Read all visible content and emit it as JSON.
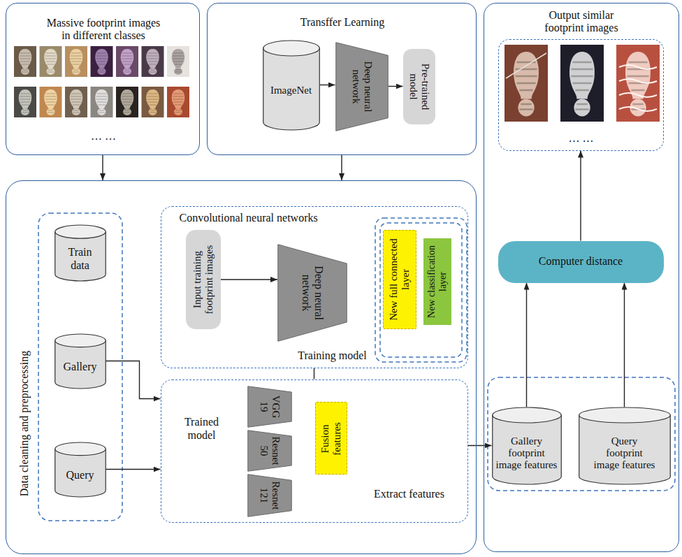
{
  "diagram": {
    "nodes": [
      {
        "text": [
          "Massive footprint images in different classes",
          "… …"
        ]
      },
      {
        "text": [
          "Transffer Learning"
        ]
      },
      {
        "text": [
          "ImageNet"
        ],
        "in": 1
      },
      {
        "text": [
          "Deep neural network"
        ],
        "in": 1
      },
      {
        "text": [
          "Pre-trained model"
        ],
        "in": 1
      },
      {
        "text": [
          "Data cleaning and preprocessing"
        ]
      },
      {
        "text": [
          "Train data"
        ],
        "in": 5
      },
      {
        "text": [
          "Gallery"
        ],
        "in": 5
      },
      {
        "text": [
          "Query"
        ],
        "in": 5
      },
      {
        "text": [
          "Convolutional neural networks",
          "Training model"
        ],
        "in": 5
      },
      {
        "text": [
          "Input training footprint images"
        ],
        "in": 9
      },
      {
        "text": [
          "Deep neural network"
        ],
        "in": 9
      },
      {
        "text": [
          "New full connected layer"
        ],
        "in": 9
      },
      {
        "text": [
          "New classification layer"
        ],
        "in": 9
      },
      {
        "text": [
          "Trained model",
          "Extract features"
        ],
        "in": 5
      },
      {
        "text": [
          "VGG 19"
        ],
        "in": 14
      },
      {
        "text": [
          "Resnet 50"
        ],
        "in": 14
      },
      {
        "text": [
          "Resnet 121"
        ],
        "in": 14
      },
      {
        "text": [
          "Fusion features"
        ],
        "in": 14
      },
      {
        "text": [
          "Output similar footprint images"
        ]
      },
      {
        "text": [
          "… …"
        ],
        "in": 19
      },
      {
        "text": [
          "Computer distance"
        ],
        "in": 19
      },
      {
        "text": [
          "Gallery footprint image features"
        ],
        "in": 19
      },
      {
        "text": [
          "Query footprint image features"
        ],
        "in": 19
      }
    ],
    "edges": [
      {
        "from": 0,
        "to": 5,
        "arrow": "to"
      },
      {
        "from": 1,
        "to": 5,
        "arrow": "to"
      },
      {
        "from": 2,
        "to": 3,
        "arrow": "to"
      },
      {
        "from": 3,
        "to": 4,
        "arrow": "to"
      },
      {
        "from": 10,
        "to": 11,
        "arrow": "to"
      },
      {
        "from": 9,
        "to": 14,
        "arrow": "none"
      },
      {
        "from": 7,
        "to": 14,
        "arrow": "to"
      },
      {
        "from": 8,
        "to": 14,
        "arrow": "to"
      },
      {
        "from": 14,
        "to": 22,
        "arrow": "to"
      },
      {
        "from": 22,
        "to": 21,
        "arrow": "to"
      },
      {
        "from": 23,
        "to": 21,
        "arrow": "to"
      },
      {
        "from": 21,
        "to": 20,
        "arrow": "to"
      }
    ]
  }
}
